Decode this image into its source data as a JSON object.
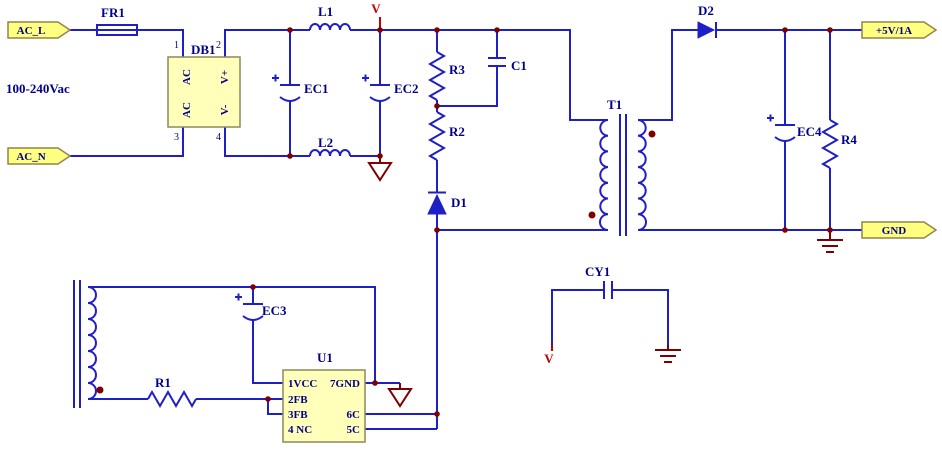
{
  "labels": {
    "input_rating": "100-240Vac",
    "fr1": "FR1",
    "db1": "DB1",
    "l1": "L1",
    "l2": "L2",
    "ec1": "EC1",
    "ec2": "EC2",
    "ec3": "EC3",
    "ec4": "EC4",
    "r1": "R1",
    "r2": "R2",
    "r3": "R3",
    "r4": "R4",
    "c1": "C1",
    "cy1": "CY1",
    "d1": "D1",
    "d2": "D2",
    "t1": "T1",
    "u1": "U1",
    "v_top": "V",
    "v_cy1": "V"
  },
  "ports": {
    "ac_l": "AC_L",
    "ac_n": "AC_N",
    "vout": "+5V/1A",
    "gnd": "GND"
  },
  "db1_pins": {
    "n1": "1",
    "n2": "2",
    "n3": "3",
    "n4": "4",
    "ac_top": "AC",
    "ac_bot": "AC",
    "vplus": "V+",
    "vminus": "V-"
  },
  "u1_pins": {
    "vcc": "1VCC",
    "fb2": "2FB",
    "fb3": "3FB",
    "nc": "4 NC",
    "gnd": "7GND",
    "c6": "6C",
    "c5": "5C"
  },
  "colors": {
    "wire": "#1f1fc8",
    "label": "#00008b",
    "ground": "#7f0000",
    "net_label": "#c00000",
    "part_fill": "#ffffb9",
    "port_fill": "#ffff80",
    "background": "#ffffff"
  }
}
